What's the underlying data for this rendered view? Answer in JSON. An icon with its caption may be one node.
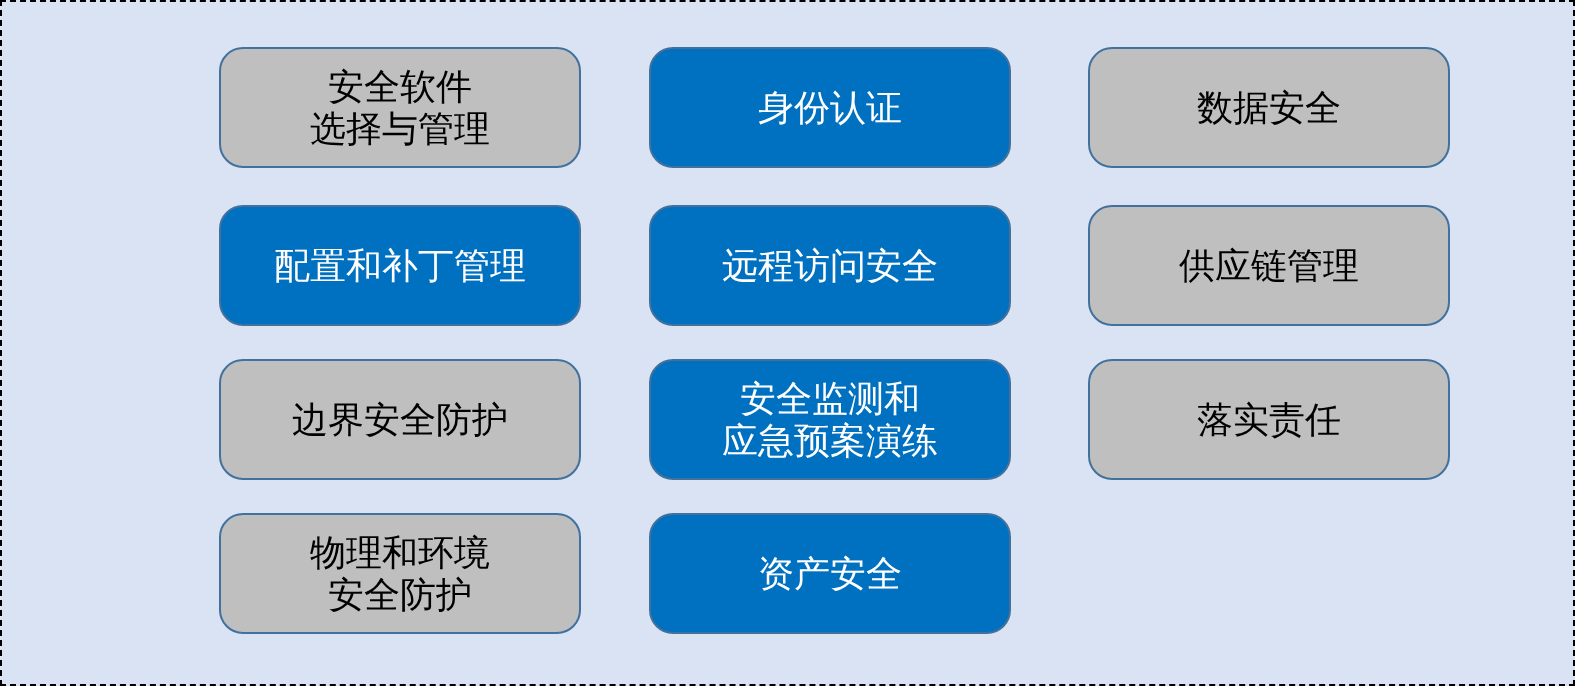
{
  "diagram": {
    "nodes": [
      {
        "text": [
          "安全软件选择与管理"
        ]
      },
      {
        "text": [
          "身份认证"
        ]
      },
      {
        "text": [
          "数据安全"
        ]
      },
      {
        "text": [
          "配置和补丁管理"
        ]
      },
      {
        "text": [
          "远程访问安全"
        ]
      },
      {
        "text": [
          "供应链管理"
        ]
      },
      {
        "text": [
          "边界安全防护"
        ]
      },
      {
        "text": [
          "安全监测和应急预案演练"
        ]
      },
      {
        "text": [
          "落实责任"
        ]
      },
      {
        "text": [
          "物理和环境安全防护"
        ]
      },
      {
        "text": [
          "资产安全"
        ]
      }
    ]
  }
}
